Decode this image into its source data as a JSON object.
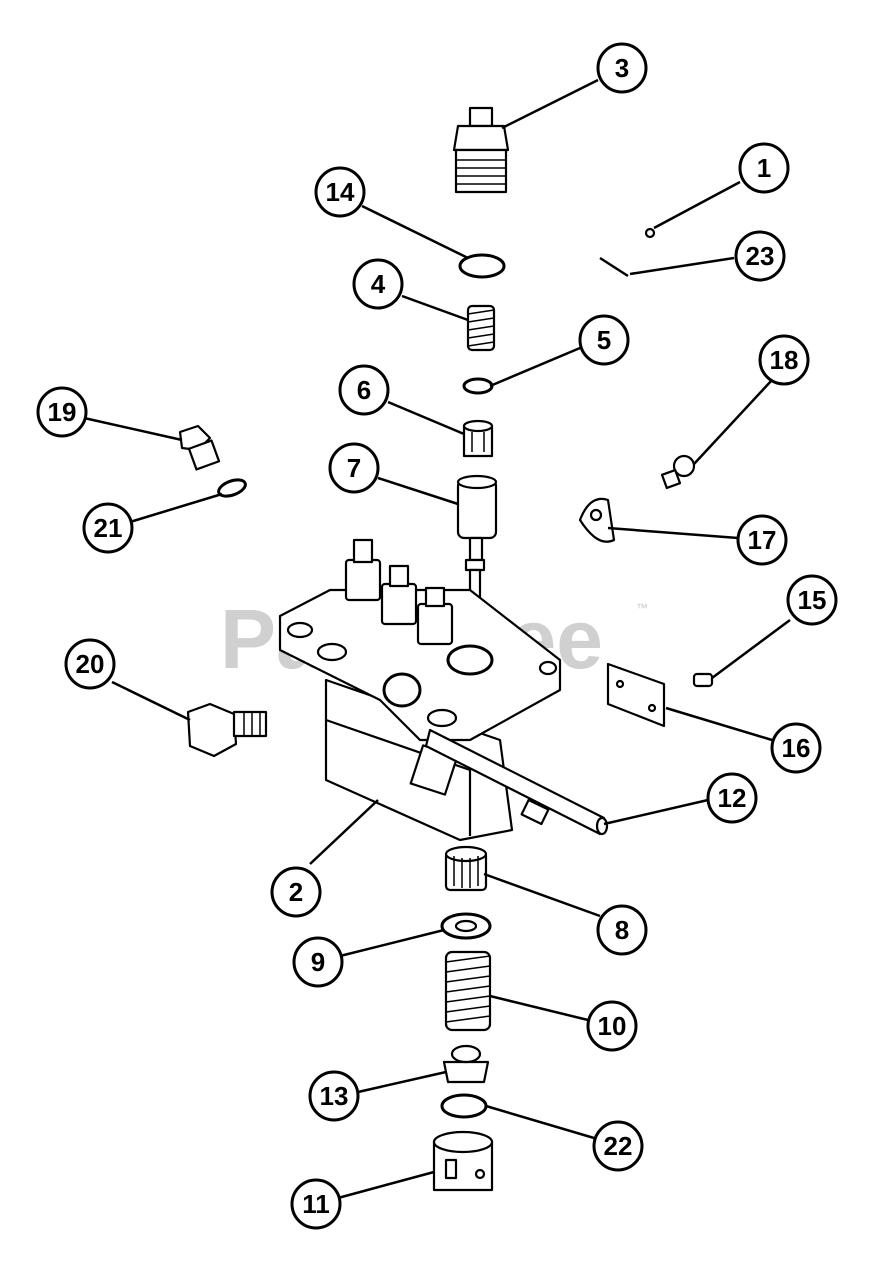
{
  "watermark": {
    "text": "PartsTree",
    "trademark": "™"
  },
  "callouts": [
    {
      "id": "1",
      "label": "1"
    },
    {
      "id": "2",
      "label": "2"
    },
    {
      "id": "3",
      "label": "3"
    },
    {
      "id": "4",
      "label": "4"
    },
    {
      "id": "5",
      "label": "5"
    },
    {
      "id": "6",
      "label": "6"
    },
    {
      "id": "7",
      "label": "7"
    },
    {
      "id": "8",
      "label": "8"
    },
    {
      "id": "9",
      "label": "9"
    },
    {
      "id": "10",
      "label": "10"
    },
    {
      "id": "11",
      "label": "11"
    },
    {
      "id": "12",
      "label": "12"
    },
    {
      "id": "13",
      "label": "13"
    },
    {
      "id": "14",
      "label": "14"
    },
    {
      "id": "15",
      "label": "15"
    },
    {
      "id": "16",
      "label": "16"
    },
    {
      "id": "17",
      "label": "17"
    },
    {
      "id": "18",
      "label": "18"
    },
    {
      "id": "19",
      "label": "19"
    },
    {
      "id": "20",
      "label": "20"
    },
    {
      "id": "21",
      "label": "21"
    },
    {
      "id": "22",
      "label": "22"
    },
    {
      "id": "23",
      "label": "23"
    }
  ]
}
